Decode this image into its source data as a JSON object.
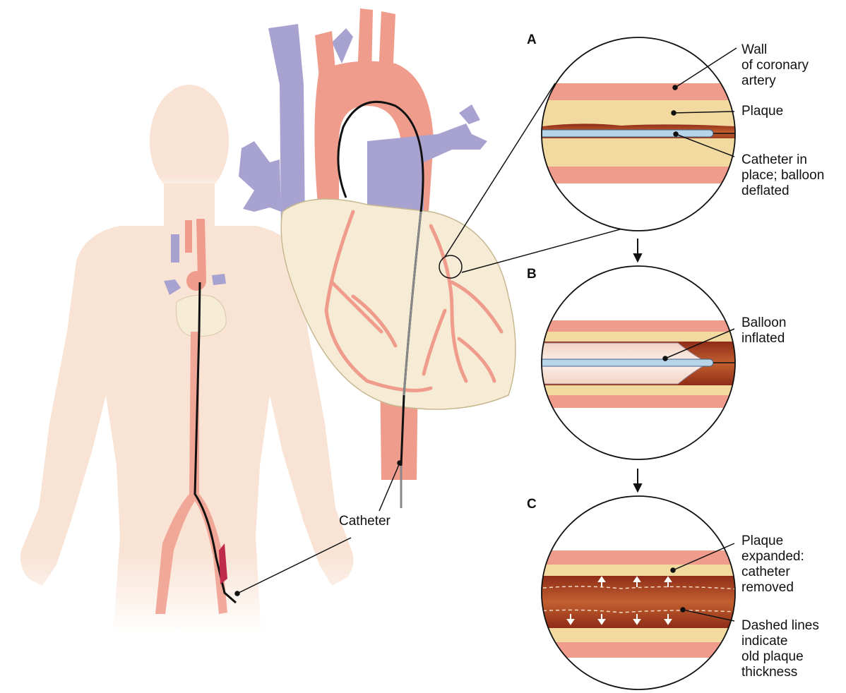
{
  "labels": {
    "catheter": "Catheter",
    "wall": "Wall\nof coronary\nartery",
    "plaque_a": "Plaque",
    "catheter_in_place": "Catheter in\nplace; balloon\ndeflated",
    "balloon_inflated": "Balloon\ninflated",
    "plaque_expanded": "Plaque\nexpanded:\ncatheter\nremoved",
    "dashed_lines": "Dashed lines\nindicate\nold plaque\nthickness"
  },
  "panels": [
    {
      "letter": "A"
    },
    {
      "letter": "B"
    },
    {
      "letter": "C"
    }
  ],
  "colors": {
    "body": "#f9e0d0",
    "artery": "#ef9c8c",
    "vein": "#a8a2d0",
    "heart": "#f6ecd6",
    "plaque": "#f2d9a0",
    "lumen": "#b4482a",
    "catheter": "#111111"
  }
}
